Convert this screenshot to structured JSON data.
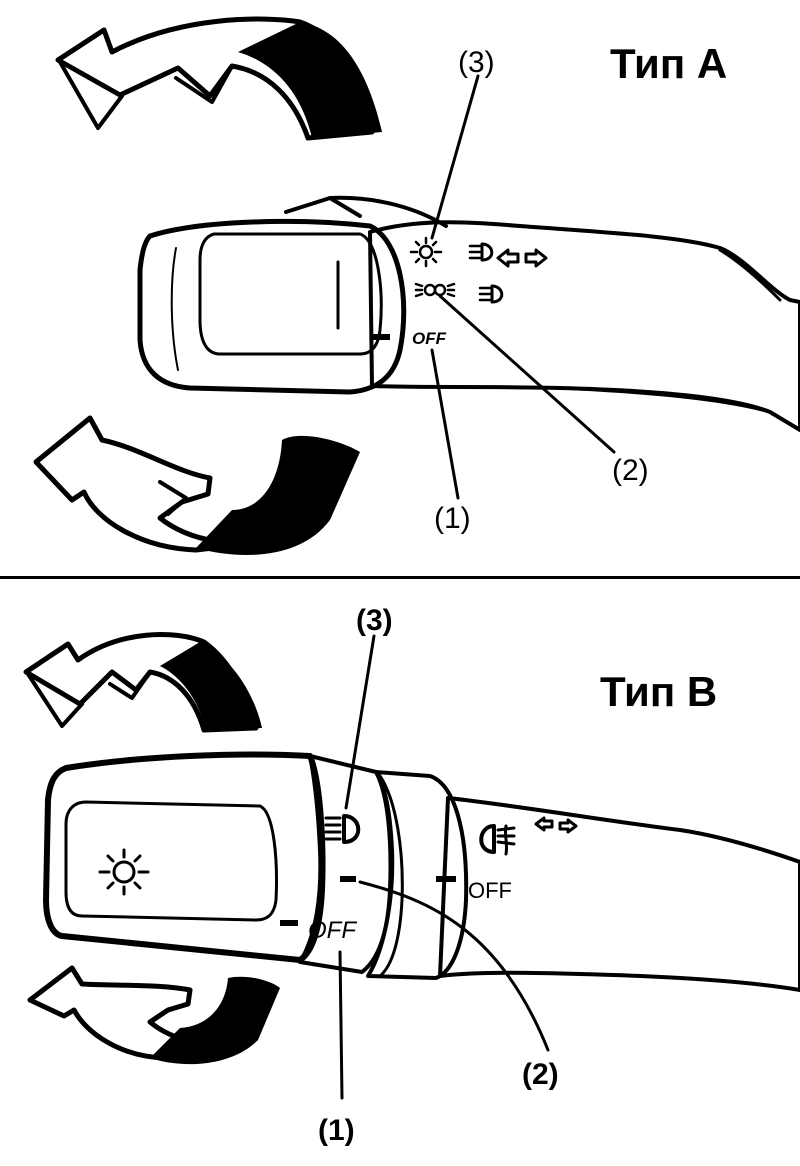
{
  "panel_a": {
    "title": "Тип А",
    "callout_1": "(1)",
    "callout_2": "(2)",
    "callout_3": "(3)",
    "off_label": "OFF",
    "icons": [
      "headlight-sun-icon",
      "high-beam-icon",
      "turn-left-arrow-icon",
      "turn-right-arrow-icon",
      "parking-light-icon",
      "fog-light-icon"
    ]
  },
  "panel_b": {
    "title": "Тип В",
    "callout_1": "(1)",
    "callout_2": "(2)",
    "callout_3": "(3)",
    "off_label_ring": "OFF",
    "off_label_outer": "OFF",
    "icons": [
      "headlight-sun-icon",
      "high-beam-icon",
      "fog-light-icon",
      "turn-left-arrow-icon",
      "turn-right-arrow-icon"
    ]
  }
}
